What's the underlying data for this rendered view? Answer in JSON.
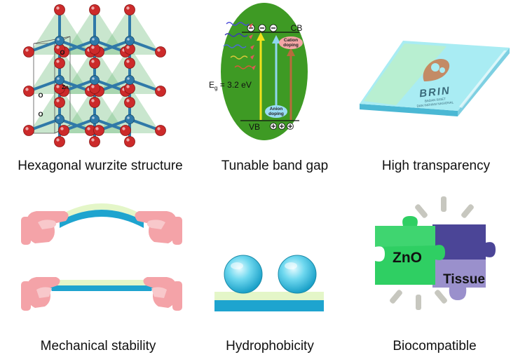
{
  "panels": {
    "wurzite": {
      "caption": "Hexagonal wurzite structure",
      "atom_o": "O",
      "atom_zn": "Zn"
    },
    "bandgap": {
      "caption": "Tunable band gap",
      "cb": "CB",
      "vb": "VB",
      "eg_main": "E",
      "eg_sub": "g",
      "eg_value": " = 3.2 eV",
      "cation_line1": "Cation",
      "cation_line2": "doping",
      "anion_line1": "Anion",
      "anion_line2": "doping"
    },
    "transparency": {
      "caption": "High transparency",
      "brand": "BRIN",
      "brand_sub1": "BADAN RISET",
      "brand_sub2": "DAN INOVASI NASIONAL"
    },
    "mechanical": {
      "caption": "Mechanical stability"
    },
    "hydrophobicity": {
      "caption": "Hydrophobicity"
    },
    "biocompatible": {
      "caption": "Biocompatible",
      "piece_left": "ZnO",
      "piece_right": "Tissue"
    }
  },
  "colors": {
    "oxygen": "#cc2a2a",
    "zinc": "#2f79a8",
    "green_ellipse": "#3e9a24",
    "glass": "#8fe3ee",
    "film": "#1ea4cf",
    "film_top": "#e4f6c8",
    "hand": "#f4a3a8",
    "puzzle_green": "#2fcf63",
    "puzzle_purple": "#4b4597",
    "puzzle_lilac": "#9a90cc"
  }
}
